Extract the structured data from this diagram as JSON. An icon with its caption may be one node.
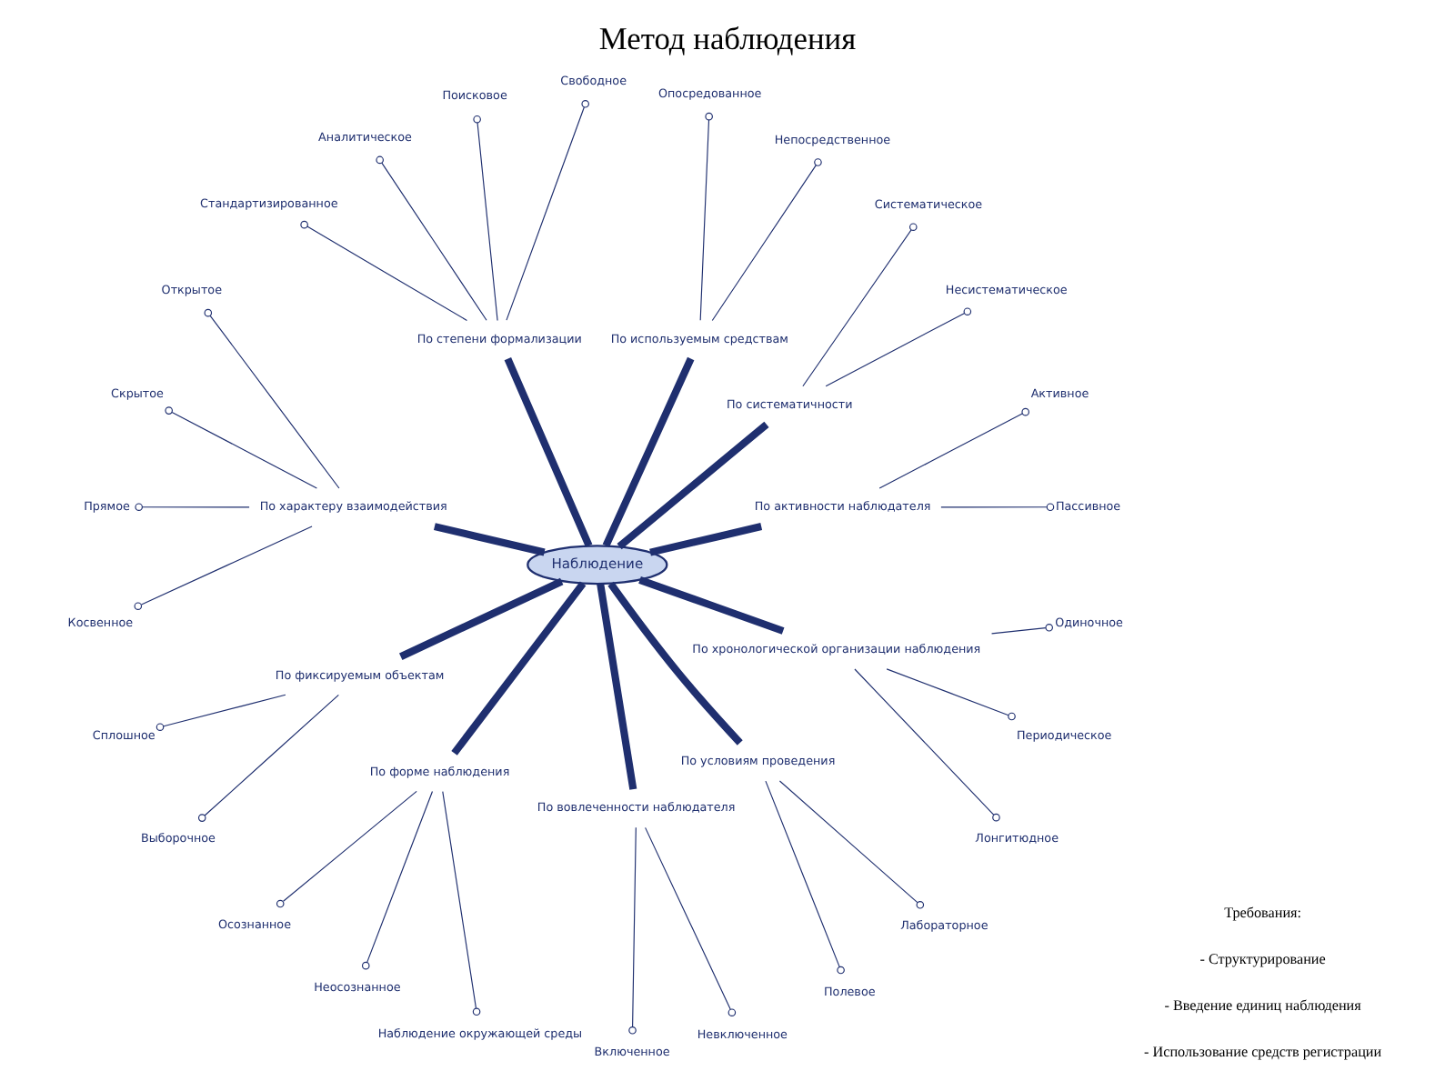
{
  "diagram": {
    "title": "Метод наблюдения",
    "nodes": [
      {
        "text": [
          "Наблюдение"
        ]
      },
      {
        "text": [
          "По активности наблюдателя"
        ]
      },
      {
        "text": [
          "Пассивное"
        ]
      },
      {
        "text": [
          "Активное"
        ]
      },
      {
        "text": [
          "По систематичности"
        ]
      },
      {
        "text": [
          "Несистематическое"
        ]
      },
      {
        "text": [
          "Систематическое"
        ]
      },
      {
        "text": [
          "По используемым средствам"
        ]
      },
      {
        "text": [
          "Непосредственное"
        ]
      },
      {
        "text": [
          "Опосредованное"
        ]
      },
      {
        "text": [
          "По степени формализации"
        ]
      },
      {
        "text": [
          "Свободное"
        ]
      },
      {
        "text": [
          "Поисковое"
        ]
      },
      {
        "text": [
          "Аналитическое"
        ]
      },
      {
        "text": [
          "Стандартизированное"
        ]
      },
      {
        "text": [
          "По характеру взаимодействия"
        ]
      },
      {
        "text": [
          "Открытое"
        ]
      },
      {
        "text": [
          "Скрытое"
        ]
      },
      {
        "text": [
          "Прямое"
        ]
      },
      {
        "text": [
          "Косвенное"
        ]
      },
      {
        "text": [
          "По фиксируемым объектам"
        ]
      },
      {
        "text": [
          "Сплошное"
        ]
      },
      {
        "text": [
          "Выборочное"
        ]
      },
      {
        "text": [
          "По форме наблюдения"
        ]
      },
      {
        "text": [
          "Осознанное"
        ]
      },
      {
        "text": [
          "Неосознанное"
        ]
      },
      {
        "text": [
          "Наблюдение окружающей среды"
        ]
      },
      {
        "text": [
          "По вовлеченности наблюдателя"
        ]
      },
      {
        "text": [
          "Включенное"
        ]
      },
      {
        "text": [
          "Невключенное"
        ]
      },
      {
        "text": [
          "По условиям проведения"
        ]
      },
      {
        "text": [
          "Полевое"
        ]
      },
      {
        "text": [
          "Лабораторное"
        ]
      },
      {
        "text": [
          "По хронологической организации наблюдения"
        ]
      },
      {
        "text": [
          "Лонгитюдное"
        ]
      },
      {
        "text": [
          "Периодическое"
        ]
      },
      {
        "text": [
          "Одиночное"
        ]
      }
    ],
    "edges": [
      {
        "from": 0,
        "to": 1,
        "arrow": "none",
        "style": "thick"
      },
      {
        "from": 1,
        "to": 2,
        "arrow": "other"
      },
      {
        "from": 1,
        "to": 3,
        "arrow": "other"
      },
      {
        "from": 0,
        "to": 4,
        "arrow": "none",
        "style": "thick"
      },
      {
        "from": 4,
        "to": 5,
        "arrow": "other"
      },
      {
        "from": 4,
        "to": 6,
        "arrow": "other"
      },
      {
        "from": 0,
        "to": 7,
        "arrow": "none",
        "style": "thick"
      },
      {
        "from": 7,
        "to": 8,
        "arrow": "other"
      },
      {
        "from": 7,
        "to": 9,
        "arrow": "other"
      },
      {
        "from": 0,
        "to": 10,
        "arrow": "none",
        "style": "thick"
      },
      {
        "from": 10,
        "to": 11,
        "arrow": "other"
      },
      {
        "from": 10,
        "to": 12,
        "arrow": "other"
      },
      {
        "from": 10,
        "to": 13,
        "arrow": "other"
      },
      {
        "from": 10,
        "to": 14,
        "arrow": "other"
      },
      {
        "from": 0,
        "to": 15,
        "arrow": "none",
        "style": "thick"
      },
      {
        "from": 15,
        "to": 16,
        "arrow": "other"
      },
      {
        "from": 15,
        "to": 17,
        "arrow": "other"
      },
      {
        "from": 15,
        "to": 18,
        "arrow": "other"
      },
      {
        "from": 15,
        "to": 19,
        "arrow": "other"
      },
      {
        "from": 0,
        "to": 20,
        "arrow": "none",
        "style": "thick"
      },
      {
        "from": 20,
        "to": 21,
        "arrow": "other"
      },
      {
        "from": 20,
        "to": 22,
        "arrow": "other"
      },
      {
        "from": 0,
        "to": 23,
        "arrow": "none",
        "style": "thick"
      },
      {
        "from": 23,
        "to": 24,
        "arrow": "other"
      },
      {
        "from": 23,
        "to": 25,
        "arrow": "other"
      },
      {
        "from": 23,
        "to": 26,
        "arrow": "other"
      },
      {
        "from": 0,
        "to": 27,
        "arrow": "none",
        "style": "thick"
      },
      {
        "from": 27,
        "to": 28,
        "arrow": "other"
      },
      {
        "from": 27,
        "to": 29,
        "arrow": "other"
      },
      {
        "from": 0,
        "to": 30,
        "arrow": "none",
        "style": "thick"
      },
      {
        "from": 30,
        "to": 31,
        "arrow": "other"
      },
      {
        "from": 30,
        "to": 32,
        "arrow": "other"
      },
      {
        "from": 0,
        "to": 33,
        "arrow": "none",
        "style": "thick"
      },
      {
        "from": 33,
        "to": 34,
        "arrow": "other"
      },
      {
        "from": 33,
        "to": 35,
        "arrow": "other"
      },
      {
        "from": 33,
        "to": 36,
        "arrow": "other"
      }
    ],
    "labels": [
      "Требования:",
      "- Структурирование",
      "- Введение единиц наблюдения",
      "- Использование средств регистрации"
    ]
  }
}
